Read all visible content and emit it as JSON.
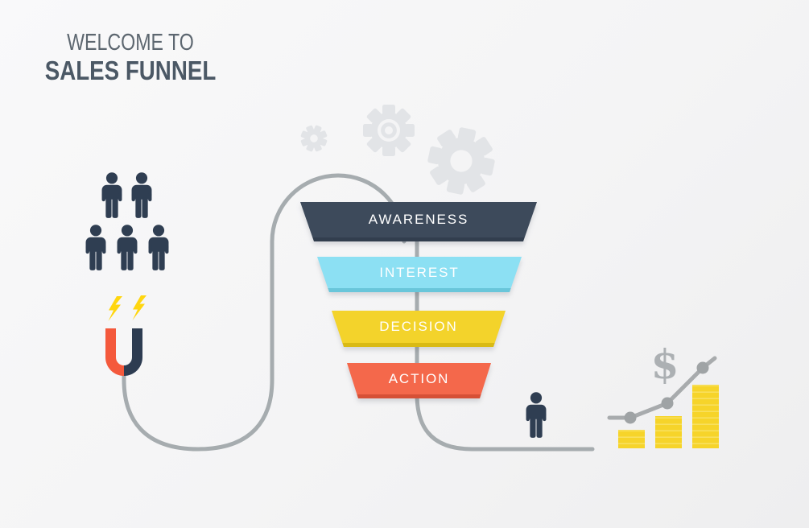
{
  "title": {
    "line1": "WELCOME TO",
    "line2": "SALES FUNNEL"
  },
  "funnel": {
    "stages": [
      {
        "label": "AWARENESS",
        "color": "#3d4a5b",
        "edge_color": "#323e4e"
      },
      {
        "label": "INTEREST",
        "color": "#8ce0f3",
        "edge_color": "#69c6da"
      },
      {
        "label": "DECISION",
        "color": "#f3d32b",
        "edge_color": "#d9ba15"
      },
      {
        "label": "ACTION",
        "color": "#f4684b",
        "edge_color": "#d65036"
      }
    ]
  },
  "lead_side": {
    "people_color": "#2f3e52",
    "people_count": 5,
    "magnet_left_color": "#f4593c",
    "magnet_right_color": "#2d3c51",
    "bolt_color": "#ffd60f"
  },
  "flow": {
    "line_color": "#a6acaf"
  },
  "gears": {
    "color": "#e2e4e7",
    "count": 3
  },
  "results": {
    "dollar": "$",
    "dollar_color": "#acb0b3",
    "person_color": "#2f3e52",
    "coin_color": "#f6d42a",
    "coin_stripe": "#f8e05e",
    "coin_stacks": [
      3,
      5,
      10
    ],
    "trend_color": "#a8abad"
  }
}
